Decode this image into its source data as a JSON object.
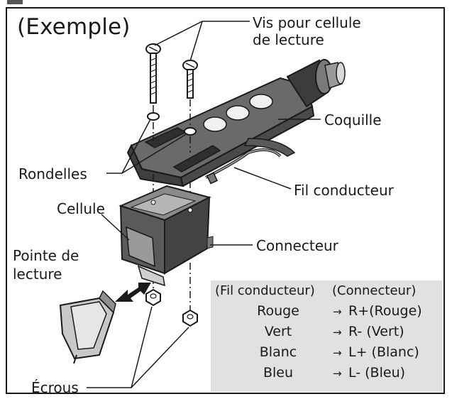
{
  "title": "(Exemple)",
  "labels": {
    "screws": [
      "Vis pour cellule",
      "de lecture"
    ],
    "headshell": "Coquille",
    "washers": "Rondelles",
    "lead_wire": "Fil conducteur",
    "cartridge": "Cellule",
    "connector": "Connecteur",
    "stylus": [
      "Pointe de",
      "lecture"
    ],
    "nuts": "Écrous"
  },
  "table": {
    "header_left": "(Fil conducteur)",
    "header_right": "(Connecteur)",
    "arrow": "→",
    "rows": [
      {
        "wire": "Rouge",
        "pin": "R+(Rouge)"
      },
      {
        "wire": "Vert",
        "pin": "R- (Vert)"
      },
      {
        "wire": "Blanc",
        "pin": "L+ (Blanc)"
      },
      {
        "wire": "Bleu",
        "pin": "L- (Bleu)"
      }
    ]
  },
  "colors": {
    "line": "#1a1a1a",
    "part_dark": "#5a5a5a",
    "part_mid": "#8a8a8a",
    "part_light": "#c8c8c8",
    "table_bg": "#e1e1e1"
  }
}
